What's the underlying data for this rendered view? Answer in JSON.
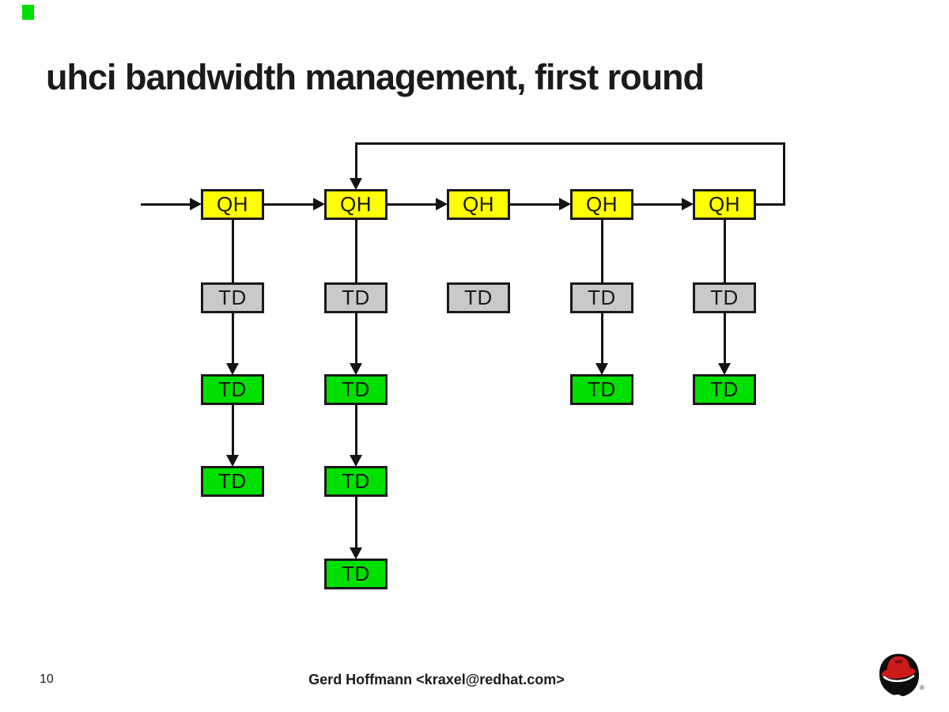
{
  "slide": {
    "title": "uhci bandwidth management, first round",
    "page_number": "10",
    "footer_author": "Gerd Hoffmann <kraxel@redhat.com>",
    "corner_mark_color": "#00e000"
  },
  "logo": {
    "name": "redhat-shadowman-logo",
    "registered_mark": "®",
    "hat_color": "#cc1a1a",
    "shadow_color": "#0d0d0d"
  },
  "diagram": {
    "labels": {
      "qh": "QH",
      "td": "TD"
    },
    "colors": {
      "qh_fill": "#ffff00",
      "td_idle_fill": "#c9c9c9",
      "td_active_fill": "#00e000",
      "line": "#141414",
      "border": "#1a1a1a"
    },
    "columns": [
      {
        "nodes": [
          "qh",
          "td_idle",
          "td_active",
          "td_active"
        ],
        "attached": true
      },
      {
        "nodes": [
          "qh",
          "td_idle",
          "td_active",
          "td_active",
          "td_active"
        ],
        "attached": true
      },
      {
        "nodes": [
          "qh",
          "td_idle"
        ],
        "attached": false
      },
      {
        "nodes": [
          "qh",
          "td_idle",
          "td_active"
        ],
        "attached": true
      },
      {
        "nodes": [
          "qh",
          "td_idle",
          "td_active"
        ],
        "attached": true
      }
    ],
    "entry_arrow": true,
    "loopback_from_column": 5,
    "loopback_to_column": 2
  }
}
